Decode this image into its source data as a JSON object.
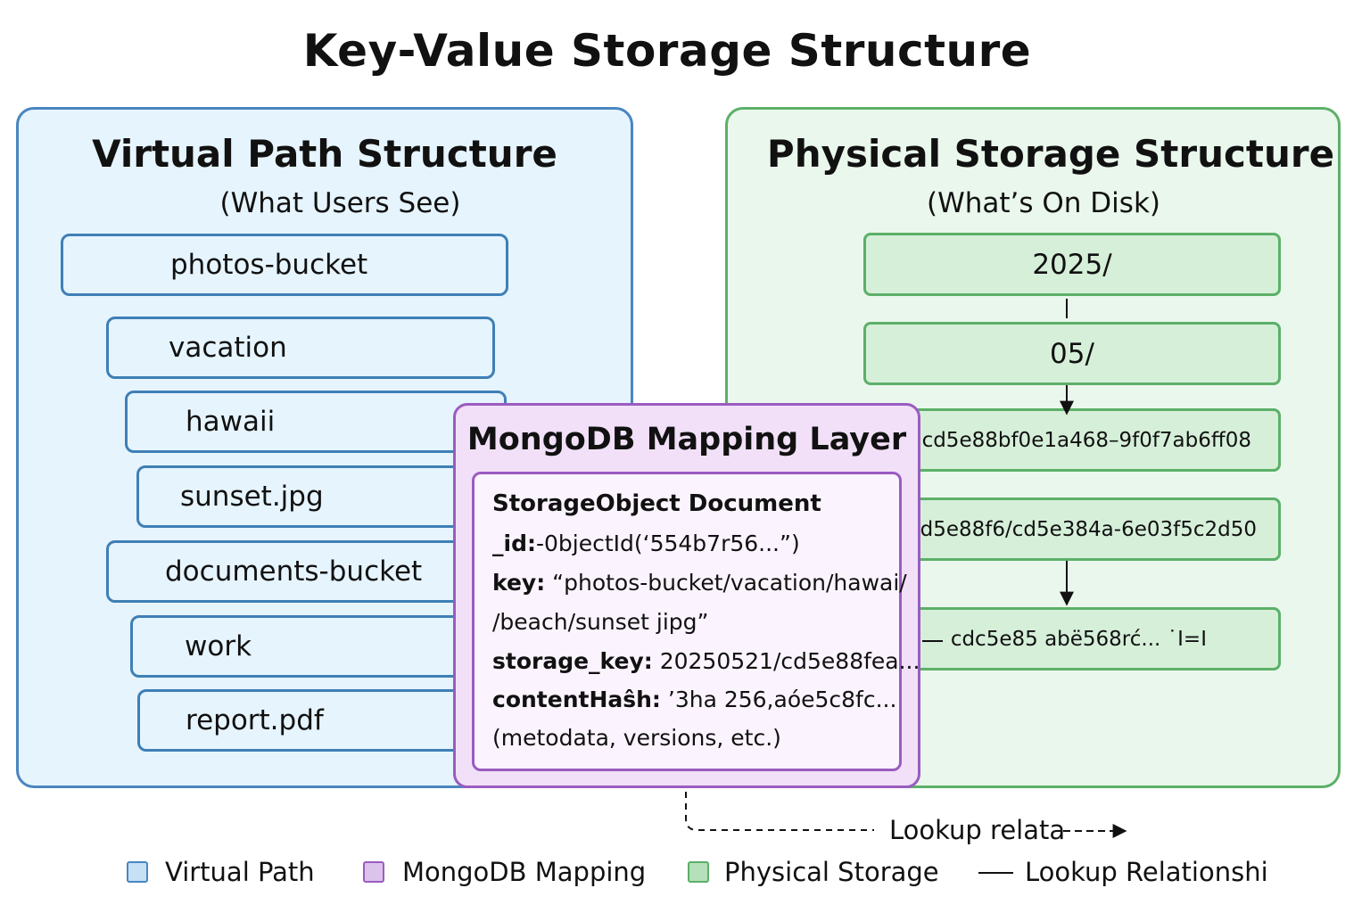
{
  "title": "Key-Value Storage Structure",
  "virtual": {
    "title": "Virtual Path Structure",
    "subtitle": "(What Users See)",
    "items": [
      "photos-bucket",
      "vacation",
      "hawaii",
      "sunset.jpg",
      "documents-bucket",
      "work",
      "report.pdf"
    ]
  },
  "physical": {
    "title": "Physical Storage Structure",
    "subtitle": "(What’s On Disk)",
    "items": [
      "2025/",
      "05/",
      "cd5e88bf0e1a468–9f0f7ab6ff08",
      "cd5e88f6/cd5e384a-6e03f5c2d50",
      "cdc5e85 abë568rć...  ˙I=I"
    ]
  },
  "mapping": {
    "title": "MongoDB Mapping Layer",
    "doc_title": "StorageObject Document",
    "id_label": "_id:",
    "id_value": "-0bjectId(‘554b7r56...”)",
    "key_label": "key:",
    "key_value": " “photos-bucket/vacation/hawai/",
    "key_value_cont": "/beach/sunset jipg”",
    "storage_key_label": "storage_key:",
    "storage_key_value": " 20250521/cd5e88fea...",
    "content_hash_label": "contentHaŝh:",
    "content_hash_value": " ’3ha 256,aóe5c8fc...",
    "footer": "(metodata, versions, etc.)"
  },
  "lookup_label": "Lookup relata",
  "legend": {
    "virtual": "Virtual Path",
    "mapping": "MongoDB Mapping",
    "physical": "Physical Storage",
    "lookup": "Lookup Relationshi"
  },
  "colors": {
    "virtual_fill": "#e6f4fd",
    "virtual_border": "#4a86c0",
    "mapping_fill": "#f1e0f7",
    "mapping_border": "#9a5cc0",
    "physical_fill": "#d6efd9",
    "physical_border": "#5cb068"
  }
}
